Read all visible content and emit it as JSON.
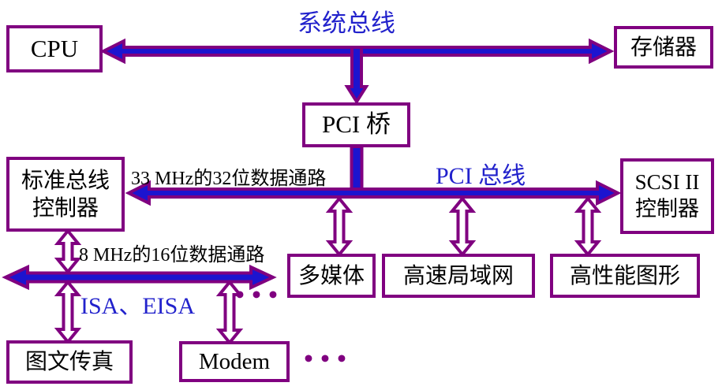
{
  "diagram": {
    "bus_labels": {
      "system_bus": "系统总线",
      "pci_bus": "PCI 总线",
      "isa_eisa": "ISA、EISA"
    },
    "boxes": {
      "cpu": "CPU",
      "memory": "存储器",
      "pci_bridge": "PCI 桥",
      "std_ctrl_line1": "标准总线",
      "std_ctrl_line2": "控制器",
      "scsi_line1": "SCSI II",
      "scsi_line2": "控制器",
      "multimedia": "多媒体",
      "lan": "高速局域网",
      "graphics": "高性能图形",
      "fax": "图文传真",
      "modem": "Modem"
    },
    "annotations": {
      "pci_datapath": "33 MHz的32位数据通路",
      "isa_datapath": "8 MHz的16位数据通路",
      "ellipsis_bus": "•••",
      "ellipsis_devices": "•••"
    },
    "colors": {
      "outline_purple": "#800080",
      "bus_blue": "#1c14cf",
      "label_blue": "#2222cc",
      "text_black": "#000000",
      "background": "#ffffff"
    }
  }
}
